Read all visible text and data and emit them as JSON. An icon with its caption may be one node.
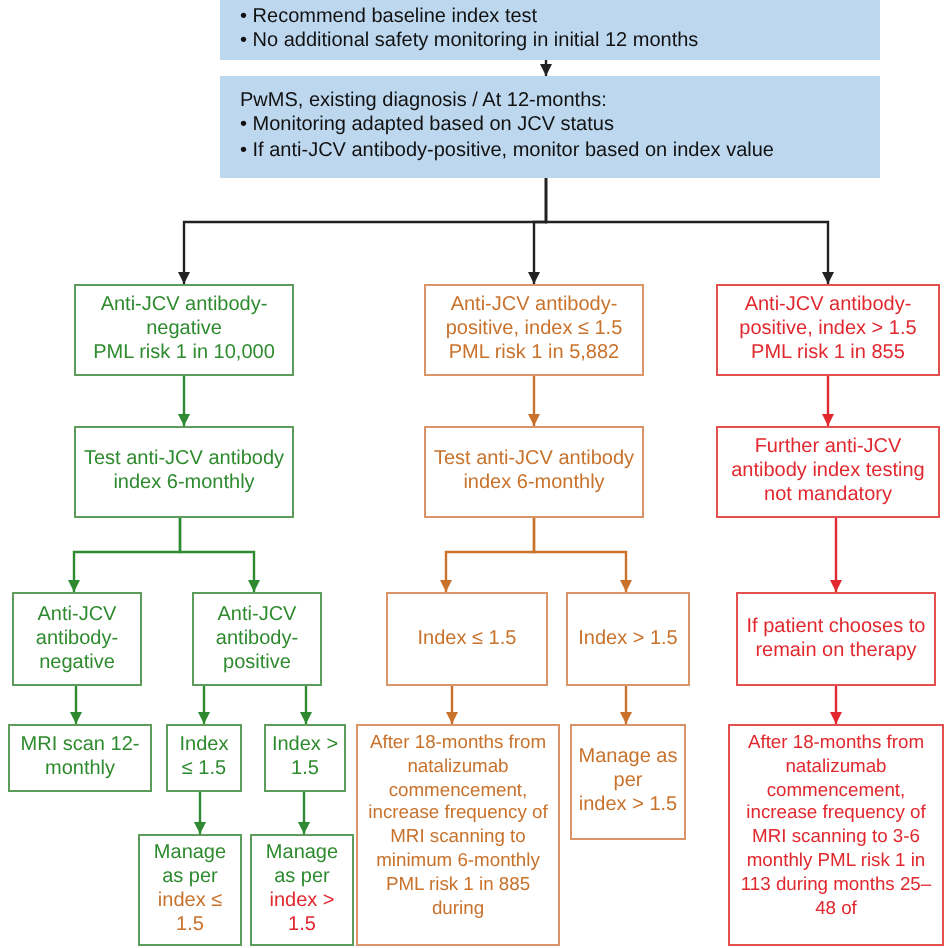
{
  "diagram": {
    "nodes": [
      {
        "text": [
          "• Recommend baseline index test",
          "• No additional safety monitoring in initial 12 months"
        ]
      },
      {
        "text": [
          "PwMS, existing diagnosis / At 12-months:",
          "• Monitoring adapted based on JCV status",
          "• If anti-JCV antibody-positive, monitor based on index value"
        ]
      },
      {
        "text": [
          "Anti-JCV antibody-negative",
          "PML risk 1 in 10,000"
        ]
      },
      {
        "text": [
          "Anti-JCV antibody-positive, index ≤ 1.5",
          "PML risk 1 in 5,882"
        ]
      },
      {
        "text": [
          "Anti-JCV antibody-positive, index > 1.5",
          "PML risk 1 in 855"
        ]
      },
      {
        "text": [
          "Test anti-JCV antibody index 6-monthly"
        ]
      },
      {
        "text": [
          "Test anti-JCV antibody index 6-monthly"
        ]
      },
      {
        "text": [
          "Further anti-JCV antibody index testing not mandatory"
        ]
      },
      {
        "text": [
          "Anti-JCV antibody-negative"
        ]
      },
      {
        "text": [
          "Anti-JCV antibody-positive"
        ]
      },
      {
        "text": [
          "Index ≤ 1.5"
        ]
      },
      {
        "text": [
          "Index > 1.5"
        ]
      },
      {
        "text": [
          "If patient chooses to remain on therapy"
        ]
      },
      {
        "text": [
          "MRI scan 12-monthly"
        ]
      },
      {
        "text": [
          "Index ≤ 1.5"
        ]
      },
      {
        "text": [
          "Index > 1.5"
        ]
      },
      {
        "text": [
          "After 18-months from natalizumab commencement, increase frequency of MRI scanning to minimum 6-monthly PML risk 1 in 885 during"
        ]
      },
      {
        "text": [
          "Manage as per",
          "index > 1.5"
        ]
      },
      {
        "text": [
          "After 18-months from natalizumab commencement, increase frequency of MRI scanning to 3-6 monthly PML risk 1 in 113 during months 25–48 of"
        ]
      },
      {
        "text": [
          "Manage as per",
          "index ≤ 1.5"
        ]
      },
      {
        "text": [
          "Manage as per",
          "index > 1.5"
        ]
      }
    ],
    "edges": [
      {
        "from": 0,
        "to": 1,
        "arrow": "to",
        "color": "#222222"
      },
      {
        "from": 1,
        "to": 2,
        "arrow": "to",
        "color": "#222222"
      },
      {
        "from": 1,
        "to": 3,
        "arrow": "to",
        "color": "#222222"
      },
      {
        "from": 1,
        "to": 4,
        "arrow": "to",
        "color": "#222222"
      },
      {
        "from": 2,
        "to": 5,
        "arrow": "to"
      },
      {
        "from": 3,
        "to": 6,
        "arrow": "to",
        "color": "#c8722c"
      },
      {
        "from": 4,
        "to": 7,
        "arrow": "to",
        "color": "#e0282e"
      },
      {
        "from": 5,
        "to": 8,
        "arrow": "to"
      },
      {
        "from": 5,
        "to": 9,
        "arrow": "to"
      },
      {
        "from": 6,
        "to": 10,
        "arrow": "to",
        "color": "#c8722c"
      },
      {
        "from": 6,
        "to": 11,
        "arrow": "to",
        "color": "#c8722c"
      },
      {
        "from": 7,
        "to": 12,
        "arrow": "to",
        "color": "#e0282e"
      },
      {
        "from": 8,
        "to": 13,
        "arrow": "to"
      },
      {
        "from": 9,
        "to": 14,
        "arrow": "to"
      },
      {
        "from": 9,
        "to": 15,
        "arrow": "to"
      },
      {
        "from": 10,
        "to": 16,
        "arrow": "to",
        "color": "#c8722c"
      },
      {
        "from": 11,
        "to": 17,
        "arrow": "to",
        "color": "#c8722c"
      },
      {
        "from": 12,
        "to": 18,
        "arrow": "to",
        "color": "#e0282e"
      },
      {
        "from": 14,
        "to": 19,
        "arrow": "to"
      },
      {
        "from": 15,
        "to": 20,
        "arrow": "to"
      }
    ]
  }
}
